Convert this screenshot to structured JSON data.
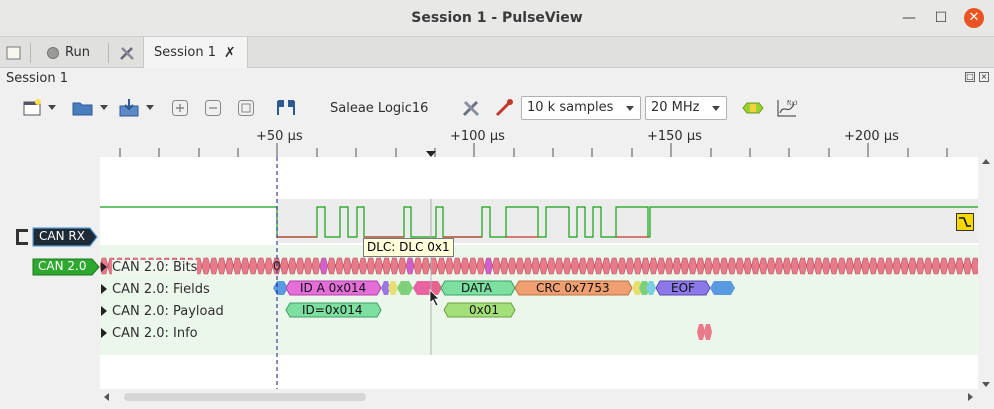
{
  "window": {
    "title": "Session 1 - PulseView"
  },
  "tabbar": {
    "run_label": "Run",
    "session_tab_label": "Session 1"
  },
  "session": {
    "header_label": "Session 1"
  },
  "toolbar": {
    "device": "Saleae Logic16",
    "samples": "10 k samples",
    "samplerate": "20 MHz"
  },
  "ruler": {
    "ticks": [
      "+50 µs",
      "+100 µs",
      "+150 µs",
      "+200 µs"
    ]
  },
  "signals": {
    "can_rx": "CAN RX",
    "decoder_name": "CAN 2.0",
    "rows": [
      "CAN 2.0: Bits",
      "CAN 2.0: Fields",
      "CAN 2.0: Payload",
      "CAN 2.0: Info"
    ]
  },
  "annotations": {
    "bit_zero": "0",
    "fields": [
      "ID A 0x014",
      "DATA",
      "CRC 0x7753",
      "EOF"
    ],
    "payload": [
      "ID=0x014",
      "0x01"
    ]
  },
  "tooltip": "DLC: DLC 0x1",
  "colors": {
    "accent_close": "#e95420",
    "can_rx_badge": "#1e2a36",
    "decoder_badge": "#2ea82e",
    "bits": "#e87a8a",
    "id_field": "#e46fd9",
    "data_field": "#7ee0a0",
    "crc_field": "#f0a070",
    "eof_field": "#8c78e6",
    "payload_data": "#a4e07a",
    "signal_high": "#13a313",
    "signal_low": "#c0392b"
  }
}
